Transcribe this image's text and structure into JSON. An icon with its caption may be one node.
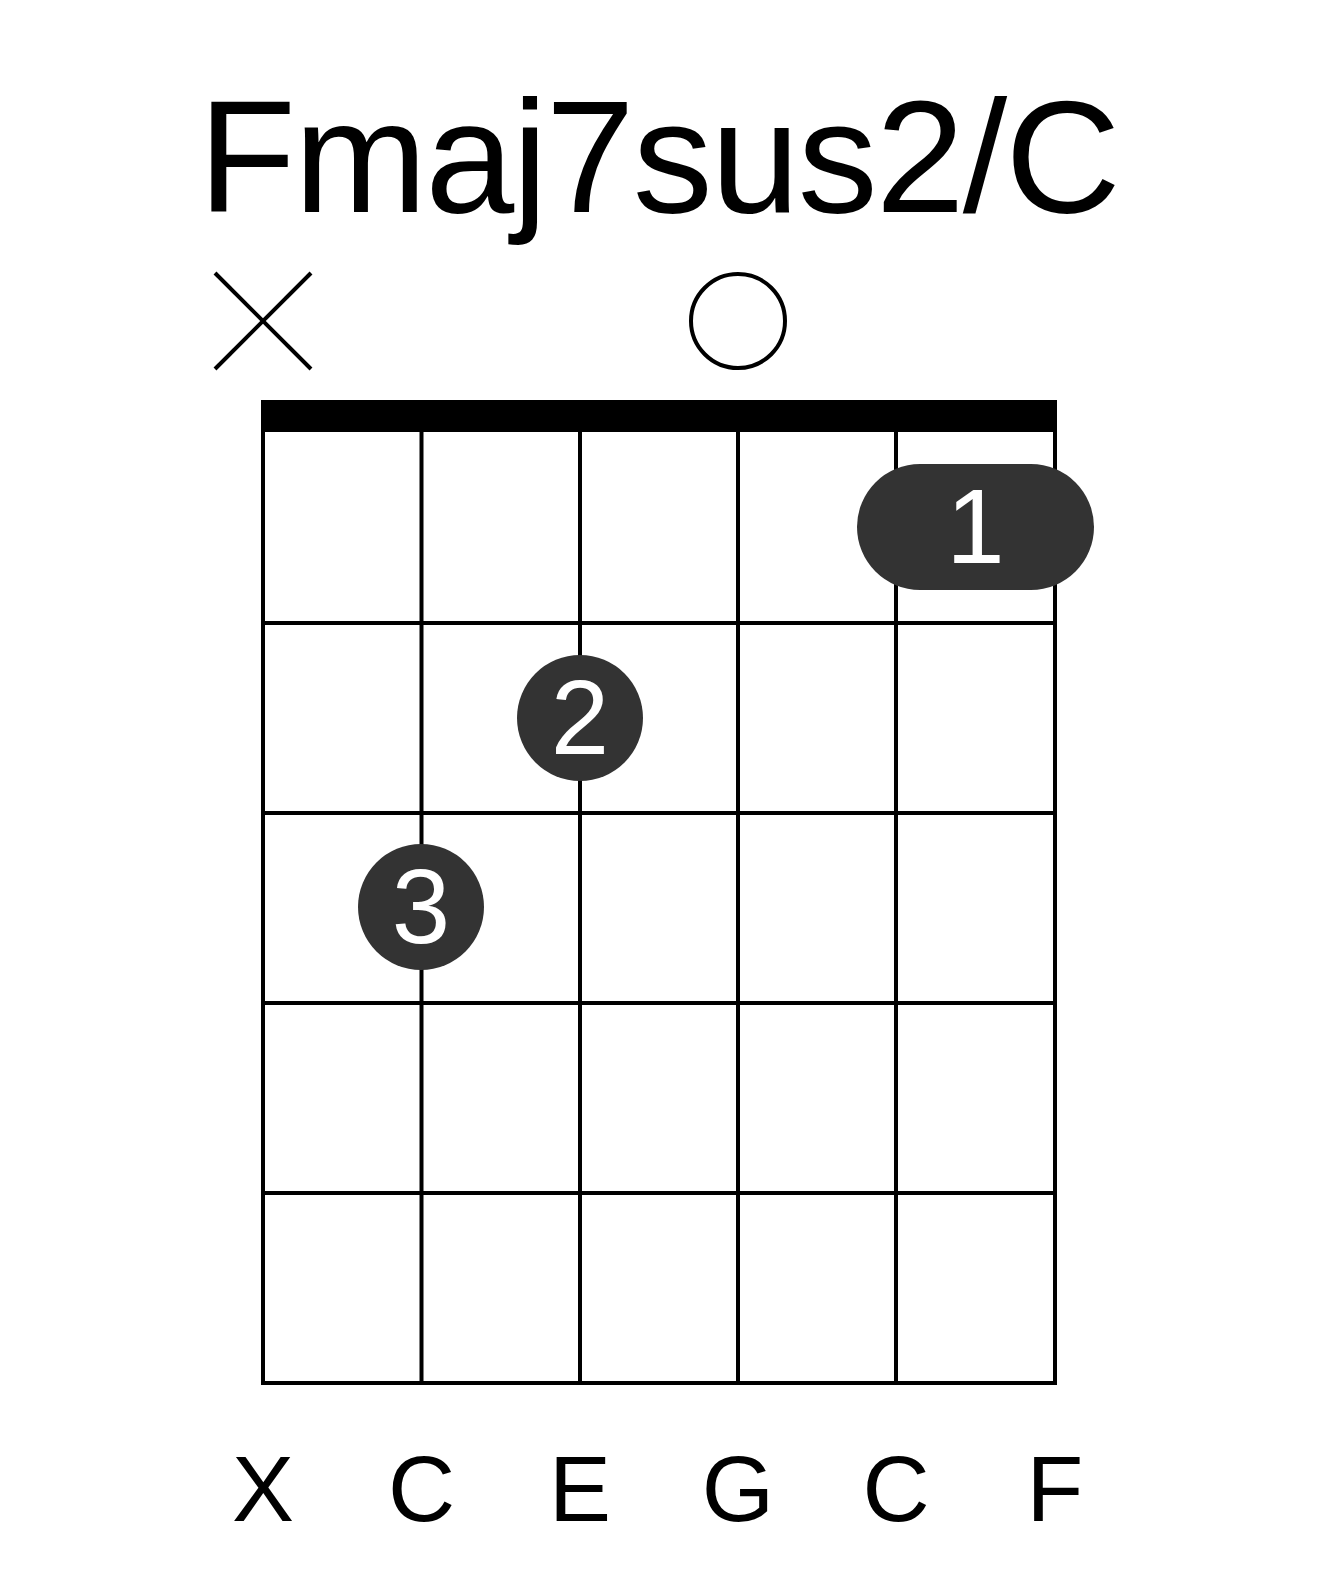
{
  "diagram": {
    "title": "Fmaj7sus2/C",
    "nodes": [
      {
        "text": [
          "1"
        ]
      },
      {
        "text": [
          "2"
        ]
      },
      {
        "text": [
          "3"
        ]
      }
    ],
    "edges": [],
    "labels": [
      "X",
      "C",
      "E",
      "G",
      "C",
      "F"
    ]
  }
}
